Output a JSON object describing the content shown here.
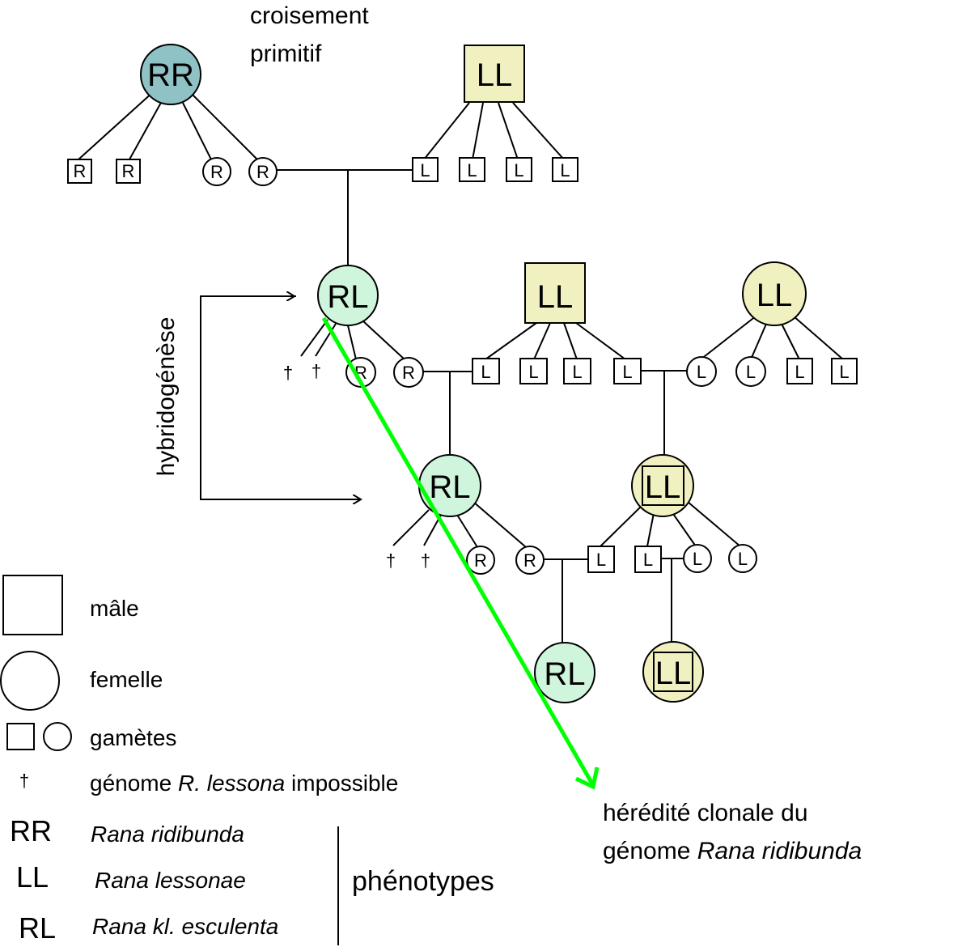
{
  "colors": {
    "rr_fill": "#8fc2c4",
    "ll_fill": "#f0f0c0",
    "rl_fill": "#cff5dc",
    "arrow_green": "#00ff00"
  },
  "labels": {
    "primitive_cross_line1": "croisement",
    "primitive_cross_line2": "primitif",
    "hybridogenesis": "hybridogénèse",
    "clonal_line1": "hérédité clonale du",
    "clonal_line2_a": "génome ",
    "clonal_line2_b": "Rana ridibunda"
  },
  "genotypes": {
    "rr": "RR",
    "ll": "LL",
    "rl": "RL"
  },
  "gametes": {
    "r": "R",
    "l": "L",
    "dagger": "†"
  },
  "legend": {
    "male": "mâle",
    "female": "femelle",
    "gametes": "gamètes",
    "dagger": "†",
    "impossible_a": "génome ",
    "impossible_b": "R. lessona",
    "impossible_c": " impossible",
    "rr_code": "RR",
    "rr_name": "Rana ridibunda",
    "ll_code": "LL",
    "ll_name": "Rana lessonae",
    "rl_code": "RL",
    "rl_name": "Rana kl. esculenta",
    "phenotypes": "phénotypes"
  }
}
